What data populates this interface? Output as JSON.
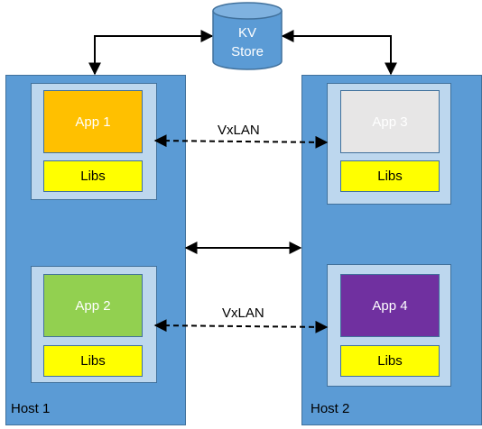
{
  "colors": {
    "host_fill": "#5b9bd5",
    "container_fill": "#bdd7ee",
    "app1": "#ffc000",
    "app2": "#92d050",
    "app3": "#e7e6e6",
    "app4": "#7030a0",
    "libs": "#ffff00",
    "arrow": "#000000"
  },
  "kv_store": {
    "line1": "KV",
    "line2": "Store",
    "icon": "database-cylinder-icon"
  },
  "hosts": [
    {
      "label": "Host 1"
    },
    {
      "label": "Host 2"
    }
  ],
  "apps": [
    {
      "label": "App 1",
      "libs": "Libs"
    },
    {
      "label": "App 2",
      "libs": "Libs"
    },
    {
      "label": "App 3",
      "libs": "Libs"
    },
    {
      "label": "App 4",
      "libs": "Libs"
    }
  ],
  "links": [
    {
      "label": "VxLAN"
    },
    {
      "label": "VxLAN"
    }
  ]
}
